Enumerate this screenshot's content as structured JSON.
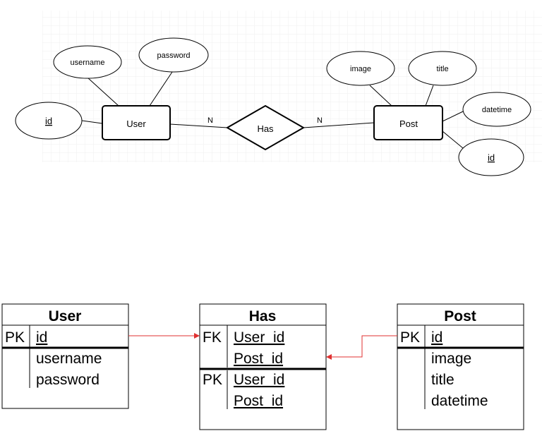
{
  "er_diagram": {
    "entities": [
      {
        "id": "user",
        "label": "User"
      },
      {
        "id": "post",
        "label": "Post"
      }
    ],
    "relationship": {
      "label": "Has"
    },
    "cardinality": {
      "left": "N",
      "right": "N"
    },
    "attributes": [
      {
        "id": "username",
        "label": "username",
        "key": false
      },
      {
        "id": "password",
        "label": "password",
        "key": false
      },
      {
        "id": "user_id",
        "label": "id",
        "key": true
      },
      {
        "id": "image",
        "label": "image",
        "key": false
      },
      {
        "id": "title",
        "label": "title",
        "key": false
      },
      {
        "id": "datetime",
        "label": "datetime",
        "key": false
      },
      {
        "id": "post_id",
        "label": "id",
        "key": true
      }
    ]
  },
  "tables": {
    "user": {
      "title": "User",
      "rows": [
        {
          "key": "PK",
          "field": "id",
          "underline": true
        },
        {
          "key": "",
          "field": "username",
          "underline": false
        },
        {
          "key": "",
          "field": "password",
          "underline": false
        }
      ]
    },
    "has": {
      "title": "Has",
      "rows": [
        {
          "key": "FK",
          "field": "User_id",
          "underline": true
        },
        {
          "key": "",
          "field": "Post_id",
          "underline": true
        },
        {
          "key": "PK",
          "field": "User_id",
          "underline": true
        },
        {
          "key": "",
          "field": "Post_id",
          "underline": true
        }
      ]
    },
    "post": {
      "title": "Post",
      "rows": [
        {
          "key": "PK",
          "field": "id",
          "underline": true
        },
        {
          "key": "",
          "field": "image",
          "underline": false
        },
        {
          "key": "",
          "field": "title",
          "underline": false
        },
        {
          "key": "",
          "field": "datetime",
          "underline": false
        }
      ]
    }
  },
  "colors": {
    "stroke": "#000000",
    "arrow": "#e03030",
    "grid": "#efefef"
  }
}
